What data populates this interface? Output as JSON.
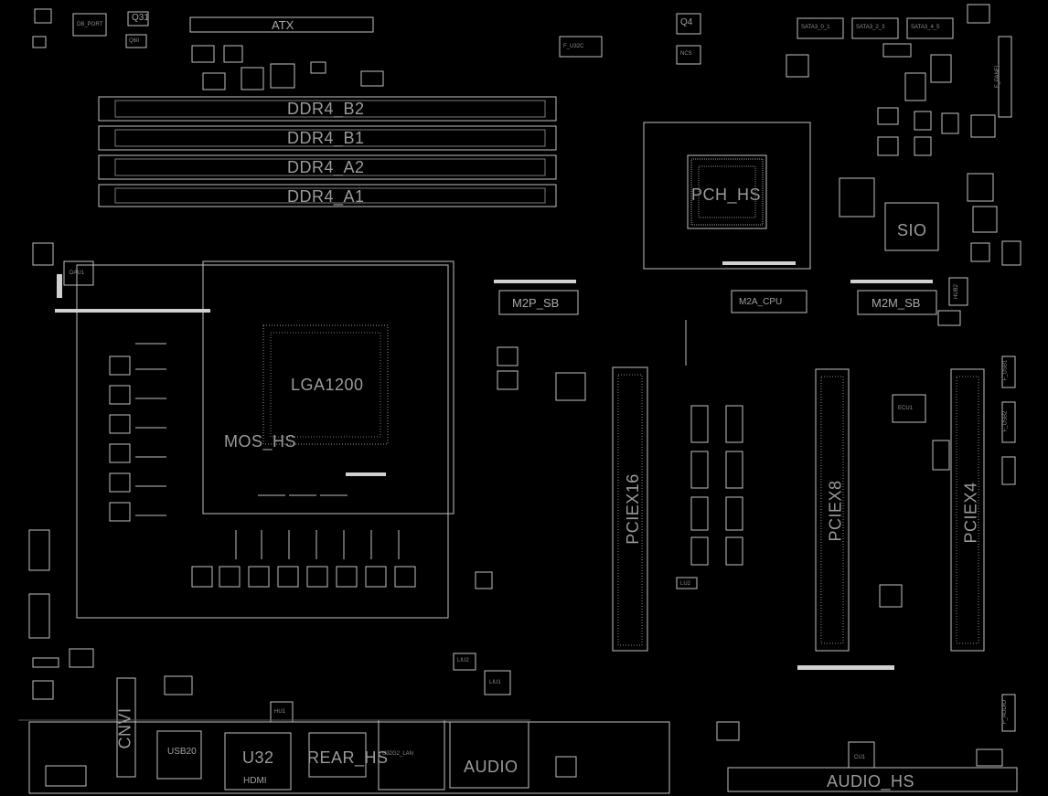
{
  "colors": {
    "background": "#000000",
    "outline": "#bfbfbf",
    "dim": "#7a7a7a",
    "pad": "#d0d0d0"
  },
  "labels": {
    "atx": "ATX",
    "q31": "Q31",
    "q60": "Q60",
    "db_port": "DB_PORT",
    "q4": "Q4",
    "f_u32c": "F_U32C",
    "ncs": "NCS",
    "sata3_01": "SATA3_0_1",
    "sata3_23": "SATA3_2_3",
    "sata3_45": "SATA3_4_5",
    "f_panel": "F_PANEL",
    "ddr4_b2": "DDR4_B2",
    "ddr4_b1": "DDR4_B1",
    "ddr4_a2": "DDR4_A2",
    "ddr4_a1": "DDR4_A1",
    "pch_hs": "PCH_HS",
    "sio": "SIO",
    "dau1": "DAU1",
    "lga": "LGA1200",
    "mos_hs": "MOS_HS",
    "m2p_sb": "M2P_SB",
    "m2a_cpu": "M2A_CPU",
    "m2m_sb": "M2M_SB",
    "hub2": "HUB2",
    "ecu1": "ECU1",
    "pciex16": "PCIEX16",
    "pciex8": "PCIEX8",
    "pciex4": "PCIEX4",
    "lu2": "LU2",
    "liu2": "LIU2",
    "liu1": "LIU1",
    "hu1": "HU1",
    "usb20": "USB20",
    "u32": "U32",
    "hdmi": "HDMI",
    "rear_hs": "REAR_HS",
    "lan": "U32G2_LAN",
    "audio": "AUDIO",
    "audio_hs": "AUDIO_HS",
    "cu1": "CU1",
    "cnvi": "CNVI",
    "f_usb1": "F_USB1",
    "f_usb2": "F_USB2",
    "f_audio": "F_AUDIO"
  }
}
